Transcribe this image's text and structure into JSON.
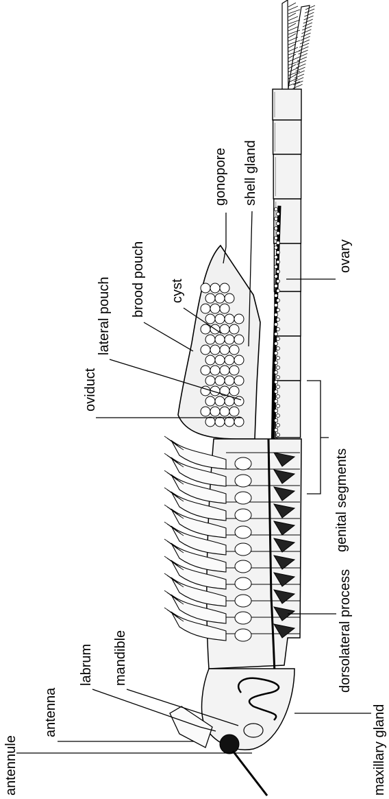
{
  "labels": {
    "antennule": "antennule",
    "antenna": "antenna",
    "labrum": "labrum",
    "mandible": "mandible",
    "maxillary_gland": "maxillary gland",
    "dorsolateral_process": "dorsolateral process",
    "oviduct": "oviduct",
    "lateral_pouch": "lateral pouch",
    "brood_pouch": "brood pouch",
    "cyst": "cyst",
    "genital_segments": "genital segments",
    "gonopore": "gonopore",
    "shell_gland": "shell gland",
    "ovary": "ovary"
  },
  "colors": {
    "ink": "#000000",
    "body_fill": "#f3f3f3",
    "background": "#ffffff"
  }
}
